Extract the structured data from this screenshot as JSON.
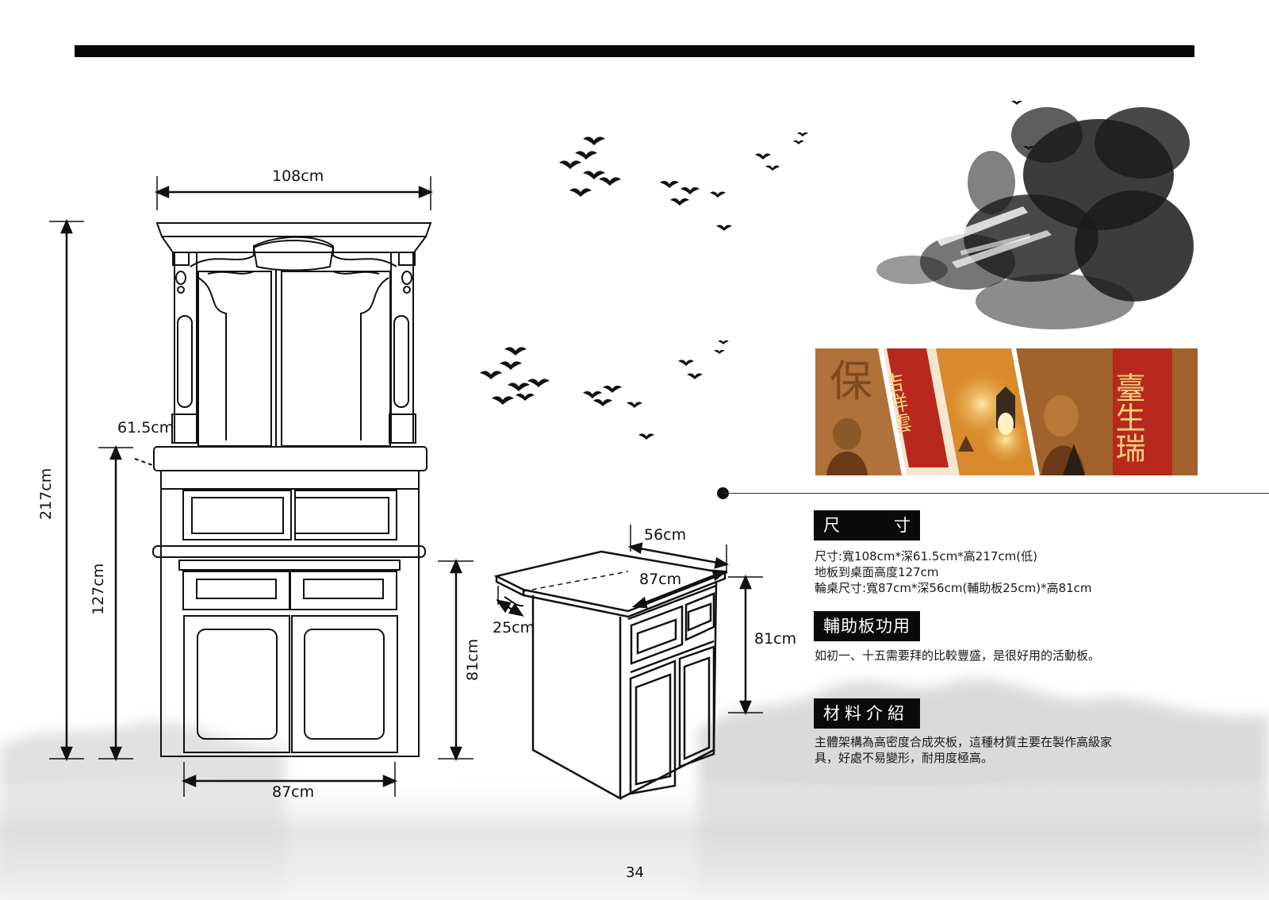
{
  "dimensions": {
    "cabinet_width": "108cm",
    "cabinet_height": "217cm",
    "cabinet_depth": "61.5cm",
    "floor_to_table": "127cm",
    "base_width": "87cm",
    "table_height_left": "81cm",
    "cart_depth": "56cm",
    "cart_width": "87cm",
    "aux_board": "25cm",
    "cart_height": "81cm"
  },
  "photo": {
    "couplet_left": "吉祥雲",
    "couplet_right": "臺生瑞"
  },
  "size_section": {
    "heading_char1": "尺",
    "heading_char2": "寸",
    "lines": [
      "尺寸:寬108cm*深61.5cm*高217cm(低)",
      "地板到桌面高度127cm",
      "輪桌尺寸:寬87cm*深56cm(輔助板25cm)*高81cm"
    ]
  },
  "aux_section": {
    "heading": "輔助板功用",
    "text": "如初一、十五需要拜的比較豐盛，是很好用的活動板。"
  },
  "material_section": {
    "heading": "材料介紹",
    "text": "主體架構為高密度合成夾板，這種材質主要在製作高級家具，好處不易變形，耐用度極高。"
  },
  "page_number": "34",
  "colors": {
    "ink": "#111111",
    "heading_bg": "#0a0a0a",
    "photo_red": "#b8281c",
    "photo_gold": "#e8a23a"
  }
}
